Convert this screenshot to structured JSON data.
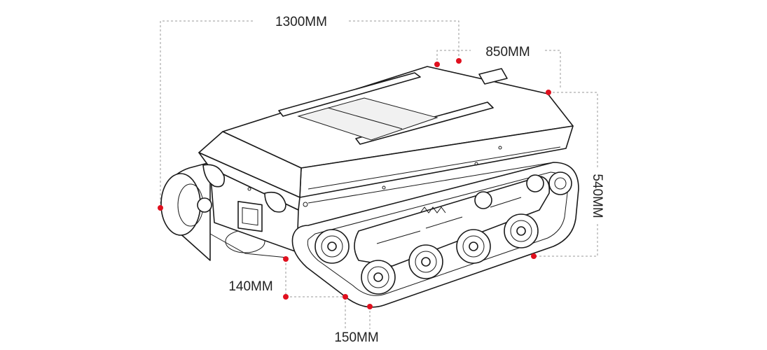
{
  "dimensions": {
    "length": "1300MM",
    "width": "850MM",
    "height": "540MM",
    "ground_clearance": "140MM",
    "track_width": "150MM"
  },
  "colors": {
    "marker": "#e0101e",
    "dimension_line": "#9a9a9a",
    "outline": "#1a1a1a",
    "label": "#222222"
  }
}
